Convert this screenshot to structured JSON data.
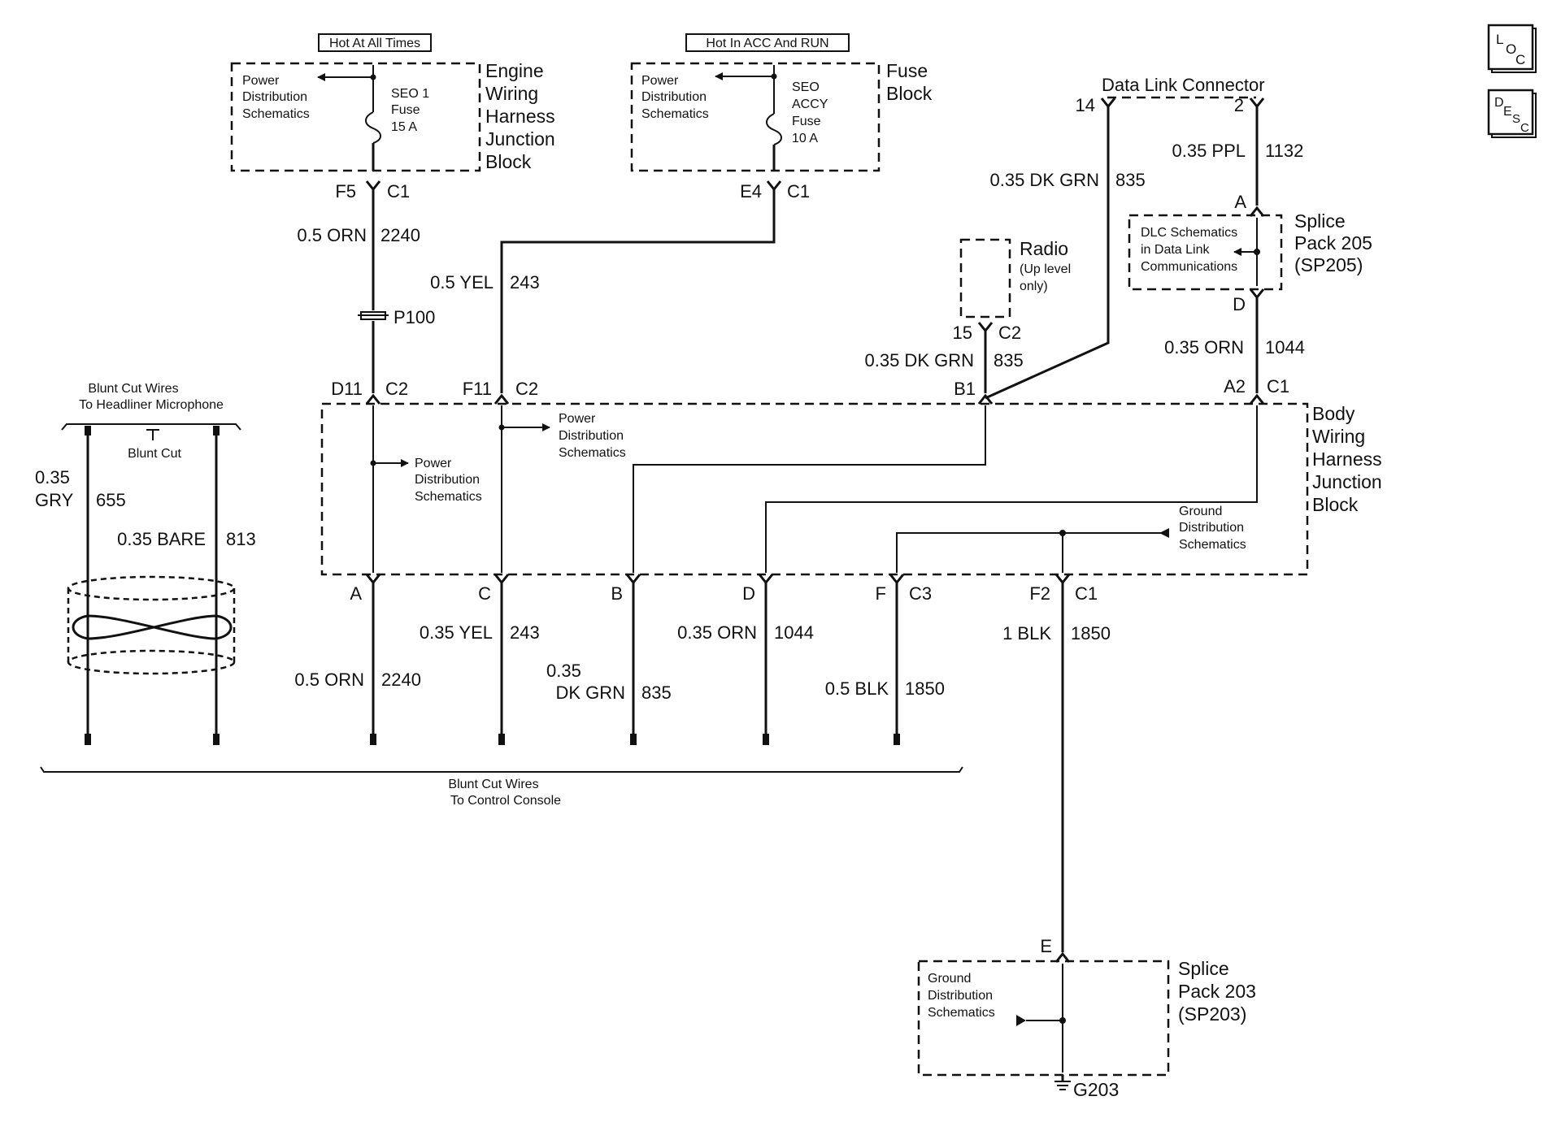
{
  "top_labels": {
    "hot_at_all_times": "Hot At All Times",
    "hot_in_acc_run": "Hot In ACC And RUN"
  },
  "blocks": {
    "engine_junction": [
      "Engine",
      "Wiring",
      "Harness",
      "Junction",
      "Block"
    ],
    "fuse_block": [
      "Fuse",
      "Block"
    ],
    "body_junction": [
      "Body",
      "Wiring",
      "Harness",
      "Junction",
      "Block"
    ],
    "splice_205": [
      "Splice",
      "Pack 205",
      "(SP205)"
    ],
    "splice_203": [
      "Splice",
      "Pack 203",
      "(SP203)"
    ],
    "radio": [
      "Radio"
    ],
    "radio_note": [
      "(Up level",
      "only)"
    ],
    "data_link_connector": "Data Link Connector"
  },
  "fuses": {
    "seo1": [
      "SEO 1",
      "Fuse",
      "15 A"
    ],
    "seo_accy": [
      "SEO",
      "ACCY",
      "Fuse",
      "10 A"
    ]
  },
  "notes": {
    "power_dist_3line": [
      "Power",
      "Distribution",
      "Schematics"
    ],
    "ground_dist_3line": [
      "Ground",
      "Distribution",
      "Schematics"
    ],
    "dlc_schematics": [
      "DLC Schematics",
      "in Data Link",
      "Communications"
    ]
  },
  "connectors": {
    "f5": "F5",
    "c1": "C1",
    "e4": "E4",
    "c2": "C2",
    "c3": "C3",
    "d11": "D11",
    "f11": "F11",
    "b1": "B1",
    "a2": "A2",
    "f2": "F2",
    "pin_14": "14",
    "pin_2": "2",
    "pin_15": "15",
    "pin_a": "A",
    "pin_b": "B",
    "pin_c": "C",
    "pin_d": "D",
    "pin_e": "E",
    "pin_f": "F",
    "p100": "P100",
    "g203": "G203"
  },
  "wires": {
    "orn_05": "0.5 ORN",
    "n2240": "2240",
    "yel_05": "0.5 YEL",
    "n243": "243",
    "yel_035": "0.35 YEL",
    "dkgrn_035": "0.35 DK GRN",
    "n835": "835",
    "ppl_035": "0.35 PPL",
    "n1132": "1132",
    "orn_035": "0.35 ORN",
    "n1044": "1044",
    "blk_1": "1 BLK",
    "n1850": "1850",
    "blk_05": "0.5 BLK",
    "w035": "0.35",
    "dkgrn": "DK GRN",
    "gry": "GRY",
    "n655": "655",
    "bare_035": "0.35 BARE",
    "n813": "813"
  },
  "blunt": {
    "headliner": [
      "Blunt Cut Wires",
      "To Headliner Microphone"
    ],
    "cut": "Blunt Cut",
    "console": [
      "Blunt Cut Wires",
      "To Control Console"
    ]
  },
  "side_icons": {
    "loc": {
      "big": "L",
      "mid": "O",
      "small": "C"
    },
    "desc": {
      "big": "D",
      "mid": "E",
      "sub1": "S",
      "sub2": "C"
    }
  }
}
